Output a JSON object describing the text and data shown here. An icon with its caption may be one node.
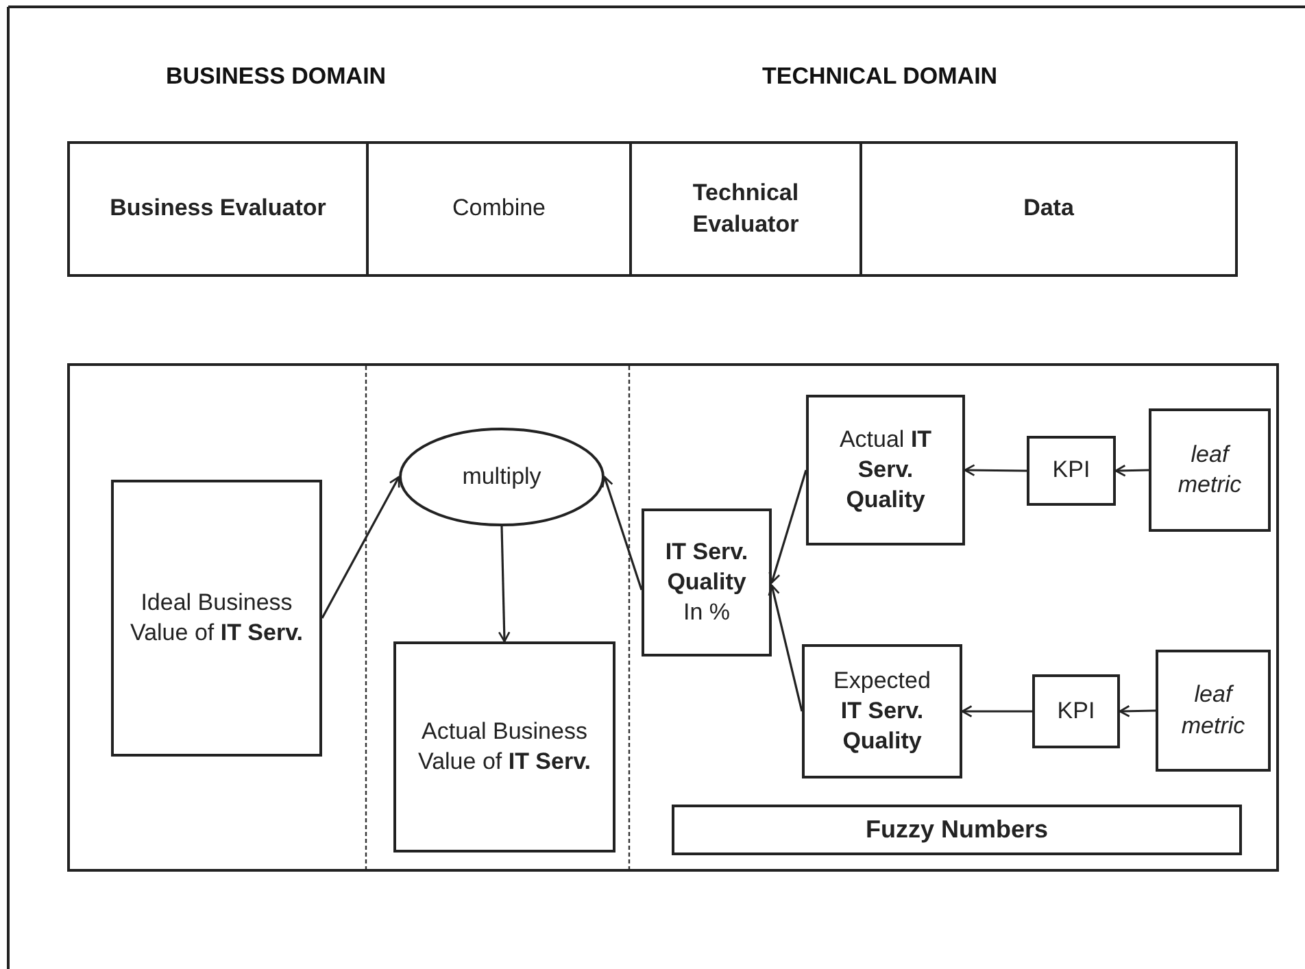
{
  "diagram": {
    "nodes": [
      {
        "text": [
          "Business Evaluator"
        ]
      },
      {
        "text": [
          "Combine"
        ]
      },
      {
        "text": [
          "Technical Evaluator"
        ]
      },
      {
        "text": [
          "Data"
        ]
      },
      {
        "text": [],
        "shape": "box"
      },
      {
        "text": [
          "Ideal Business Value of **IT Serv.**"
        ],
        "in": 4
      },
      {
        "text": [
          "multiply"
        ],
        "in": 4
      },
      {
        "text": [
          "Actual Business Value of **IT Serv.**"
        ],
        "in": 4
      },
      {
        "text": [
          "**IT Serv. Quality** In %"
        ],
        "in": 4
      },
      {
        "text": [
          "Actual **IT Serv. Quality**"
        ],
        "in": 4
      },
      {
        "text": [
          "KPI"
        ],
        "in": 4
      },
      {
        "text": [
          "leaf metric"
        ],
        "in": 4
      },
      {
        "text": [
          "Expected **IT Serv. Quality**"
        ],
        "in": 4
      },
      {
        "text": [
          "KPI"
        ],
        "in": 4
      },
      {
        "text": [
          "leaf metric"
        ],
        "in": 4
      },
      {
        "text": [
          "Fuzzy Numbers"
        ],
        "in": 4
      }
    ],
    "edges": [
      {
        "from": 5,
        "to": 6,
        "arrow": "to"
      },
      {
        "from": 8,
        "to": 6,
        "arrow": "to"
      },
      {
        "from": 6,
        "to": 7,
        "arrow": "to"
      },
      {
        "from": 9,
        "to": 8,
        "arrow": "to"
      },
      {
        "from": 12,
        "to": 8,
        "arrow": "to"
      },
      {
        "from": 10,
        "to": 9,
        "arrow": "to"
      },
      {
        "from": 11,
        "to": 10,
        "arrow": "to"
      },
      {
        "from": 13,
        "to": 12,
        "arrow": "to"
      },
      {
        "from": 14,
        "to": 13,
        "arrow": "to"
      }
    ],
    "labels": [
      "BUSINESS DOMAIN",
      "TECHNICAL DOMAIN"
    ]
  }
}
